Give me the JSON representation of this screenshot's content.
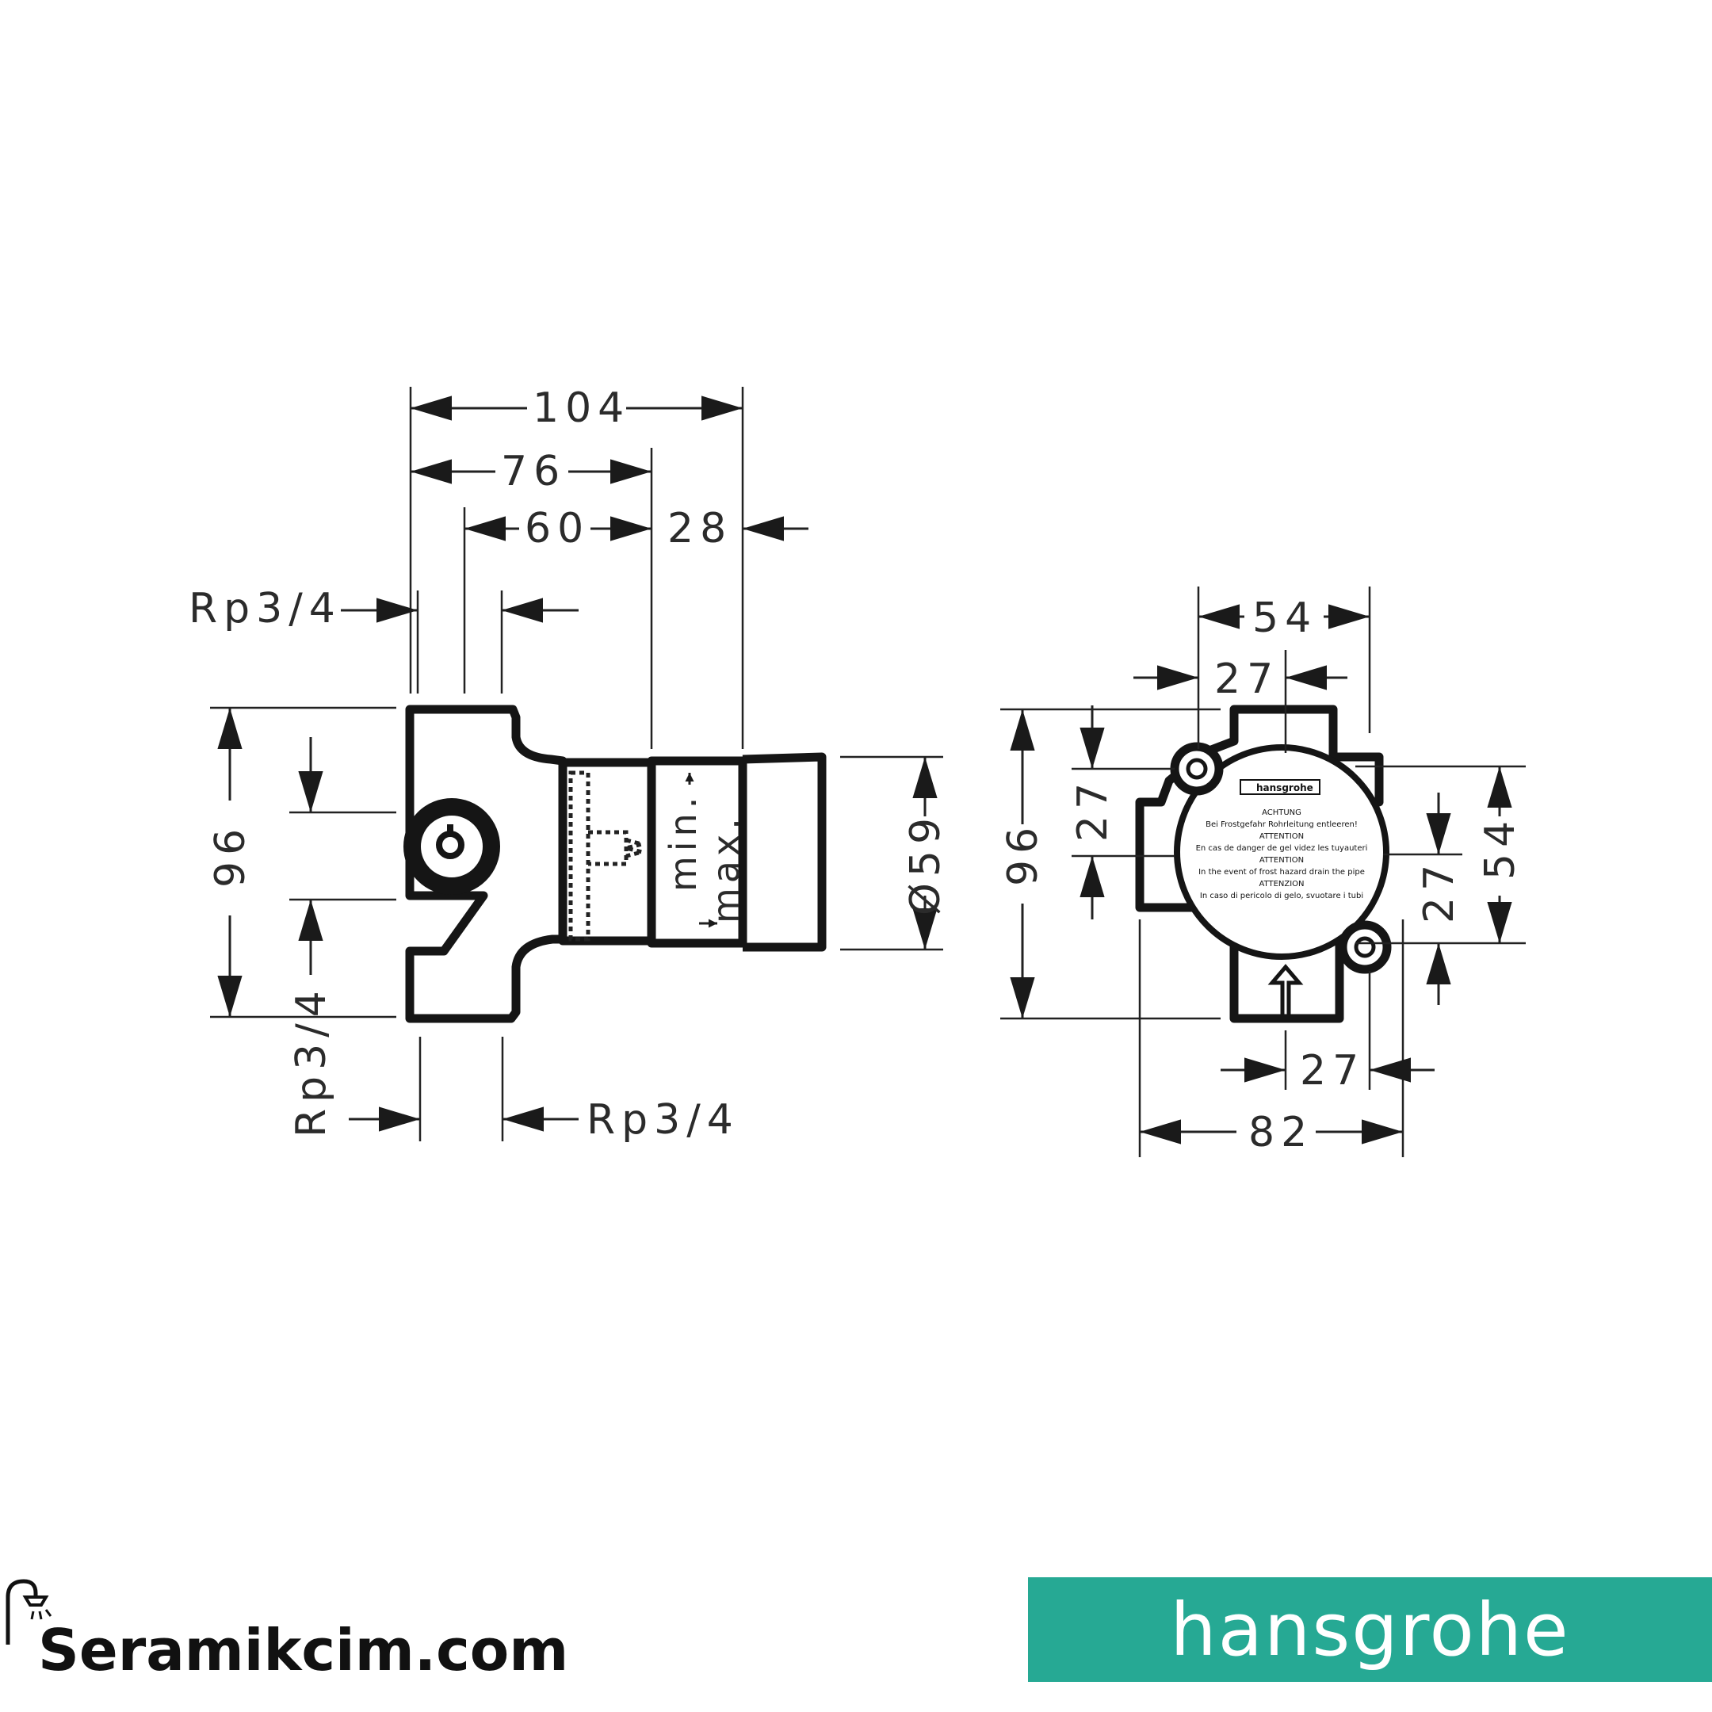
{
  "colors": {
    "line": "#151515",
    "text": "#2b2b2b",
    "brand_band": "#26a994",
    "brand_text": "#ffffff",
    "background": "#ffffff"
  },
  "side_view": {
    "dim_total_width": "104",
    "dim_76": "76",
    "dim_60": "60",
    "dim_28": "28",
    "dim_height": "96",
    "dim_diameter": "Ø59",
    "thread_top": "Rp3/4",
    "thread_bottom_left": "Rp3/4",
    "thread_bottom_right": "Rp3/4",
    "range_min": "min.",
    "range_max": "max."
  },
  "front_view": {
    "dim_top_54": "54",
    "dim_top_27": "27",
    "dim_left_96": "96",
    "dim_left_27": "27",
    "dim_right_54": "54",
    "dim_right_27": "27",
    "dim_bottom_27": "27",
    "dim_bottom_82": "82",
    "label": {
      "brand": "hansgrohe",
      "lines": [
        "ACHTUNG",
        "Bei Frostgefahr Rohrleitung entleeren!",
        "ATTENTION",
        "En cas de danger de gel videz les tuyauteri",
        "ATTENTION",
        "In the event of frost hazard drain the pipe",
        "ATTENZION",
        "In caso di pericolo di gelo, svuotare i tubi"
      ]
    }
  },
  "footer": {
    "site": "Seramikcim.com",
    "brand": "hansgrohe",
    "icons": [
      "shower-icon"
    ]
  }
}
